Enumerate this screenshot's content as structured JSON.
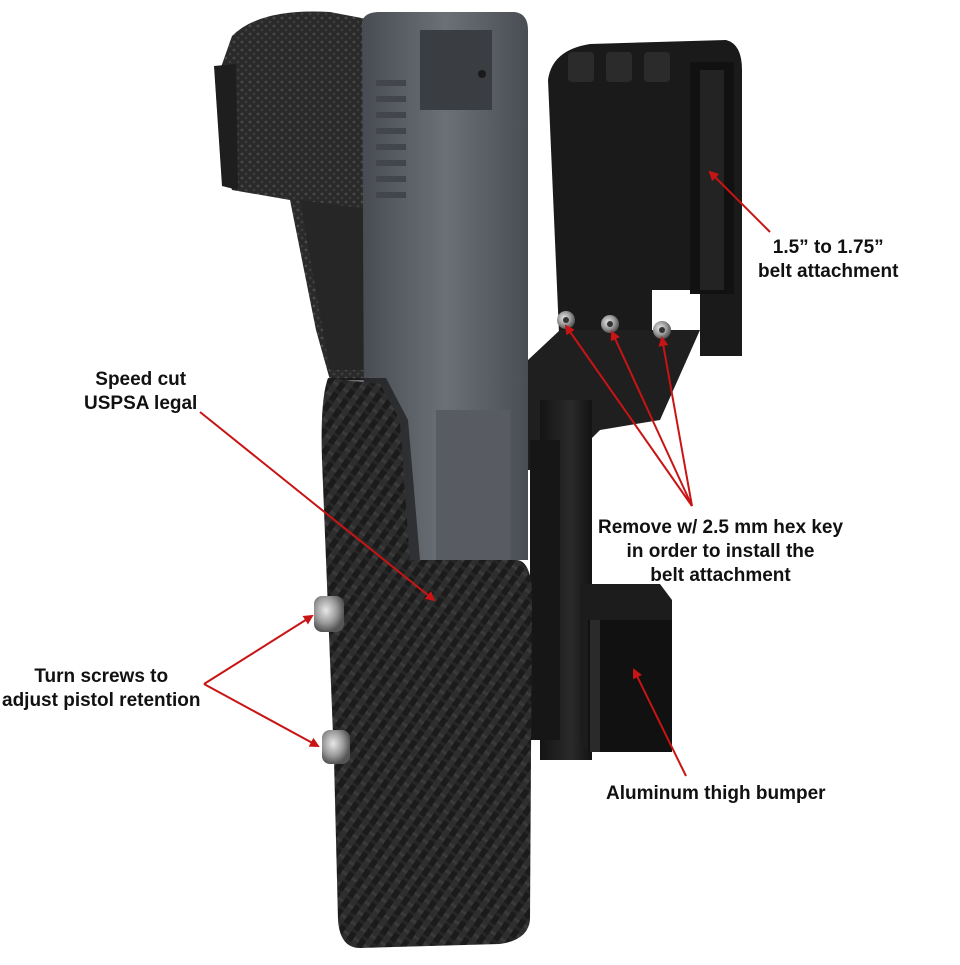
{
  "image": {
    "subject": "holster-product-photo",
    "background_color": "#ffffff",
    "arrow_color": "#c81414",
    "carbon_color": "#1b1b1b",
    "slide_color": "#5d6167"
  },
  "callouts": {
    "belt_attachment": {
      "line1": "1.5” to 1.75”",
      "line2": "belt attachment"
    },
    "speed_cut": {
      "line1": "Speed cut",
      "line2": "USPSA legal"
    },
    "remove_screws": {
      "line1": "Remove w/ 2.5 mm hex key",
      "line2": "in order to install the",
      "line3": "belt attachment"
    },
    "retention_screws": {
      "line1": "Turn screws to",
      "line2": "adjust pistol retention"
    },
    "thigh_bumper": {
      "line1": "Aluminum thigh bumper"
    }
  }
}
